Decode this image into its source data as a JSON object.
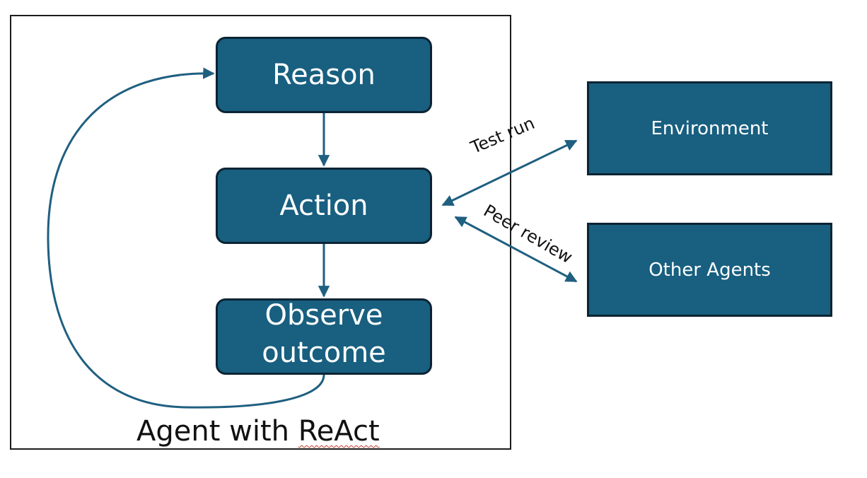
{
  "nodes": {
    "reason": "Reason",
    "action": "Action",
    "observe": "Observe\noutcome",
    "environment": "Environment",
    "other_agents": "Other Agents"
  },
  "frame_label_prefix": "Agent with ",
  "frame_label_react": "ReAct",
  "edge_labels": {
    "test_run": "Test run",
    "peer_review": "Peer review"
  },
  "colors": {
    "node_fill": "#185f80",
    "node_border": "#0b2433",
    "arrow": "#1f5f80"
  }
}
